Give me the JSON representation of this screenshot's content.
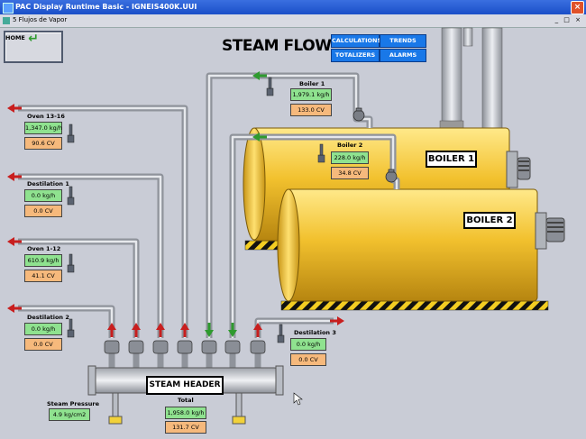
{
  "window": {
    "title": "PAC Display Runtime Basic - IGNEIS400K.UUI",
    "subtitle": "5 Flujos de Vapor",
    "controls": "_ □ ×",
    "close": "×"
  },
  "home": {
    "label": "HOME",
    "arrow": "↵"
  },
  "page_title": "STEAM FLOW",
  "nav": {
    "calculations": "CALCULATIONS",
    "trends": "TRENDS",
    "totalizers": "TOTALIZERS",
    "alarms": "ALARMS"
  },
  "boilers": [
    {
      "label": "BOILER 1",
      "name": "Boiler 1",
      "flow": "1,979.1 kg/h",
      "cv": "133.0 CV"
    },
    {
      "label": "BOILER 2",
      "name": "Boiler 2",
      "flow": "228.0 kg/h",
      "cv": "34.8 CV"
    }
  ],
  "consumers": [
    {
      "name": "Oven 13-16",
      "flow": "1,347.0 kg/h",
      "cv": "90.6 CV"
    },
    {
      "name": "Destilation 1",
      "flow": "0.0 kg/h",
      "cv": "0.0 CV"
    },
    {
      "name": "Oven 1-12",
      "flow": "610.9 kg/h",
      "cv": "41.1 CV"
    },
    {
      "name": "Destilation 2",
      "flow": "0.0 kg/h",
      "cv": "0.0 CV"
    },
    {
      "name": "Destilation 3",
      "flow": "0.0 kg/h",
      "cv": "0.0 CV"
    }
  ],
  "header": {
    "label": "STEAM HEADER",
    "pressure_label": "Steam Pressure",
    "pressure_value": "4.9 kg/cm2",
    "total_label": "Total",
    "total_flow": "1,958.0 kg/h",
    "total_cv": "131.7 CV"
  },
  "colors": {
    "boiler": "#f2c12e",
    "pipe": "#b8bcc4",
    "flow_box": "#8fe28f",
    "cv_box": "#f6b97c",
    "outflow_arrow": "#c81e1e",
    "inflow_arrow": "#2e9a2e",
    "nav_button": "#1978e8"
  }
}
